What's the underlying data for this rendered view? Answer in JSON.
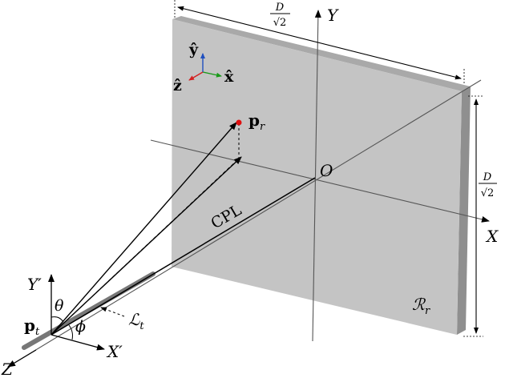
{
  "labels": {
    "axis_y": "Y",
    "axis_x": "X",
    "axis_z": "Z",
    "origin": "O",
    "axis_y_prime": "Y′",
    "axis_x_prime": "X′",
    "point_r": "p",
    "point_r_sub": "r",
    "point_t": "p",
    "point_t_sub": "t",
    "line_t": "ℒ",
    "line_t_sub": "t",
    "region": "ℛ",
    "region_sub": "r",
    "cpl": "CPL",
    "theta": "θ",
    "phi": "ϕ",
    "dim_num": "D",
    "dim_den": "√2",
    "unit_y": "ŷ",
    "unit_x": "x̂",
    "unit_z": "ẑ"
  },
  "colors": {
    "panel_face": "#c4c4c4",
    "panel_edge": "#8f8f8f",
    "point_r": "#e01010",
    "unit_x": "#1a9a1a",
    "unit_y": "#1f4fbf",
    "unit_z": "#d42020"
  }
}
